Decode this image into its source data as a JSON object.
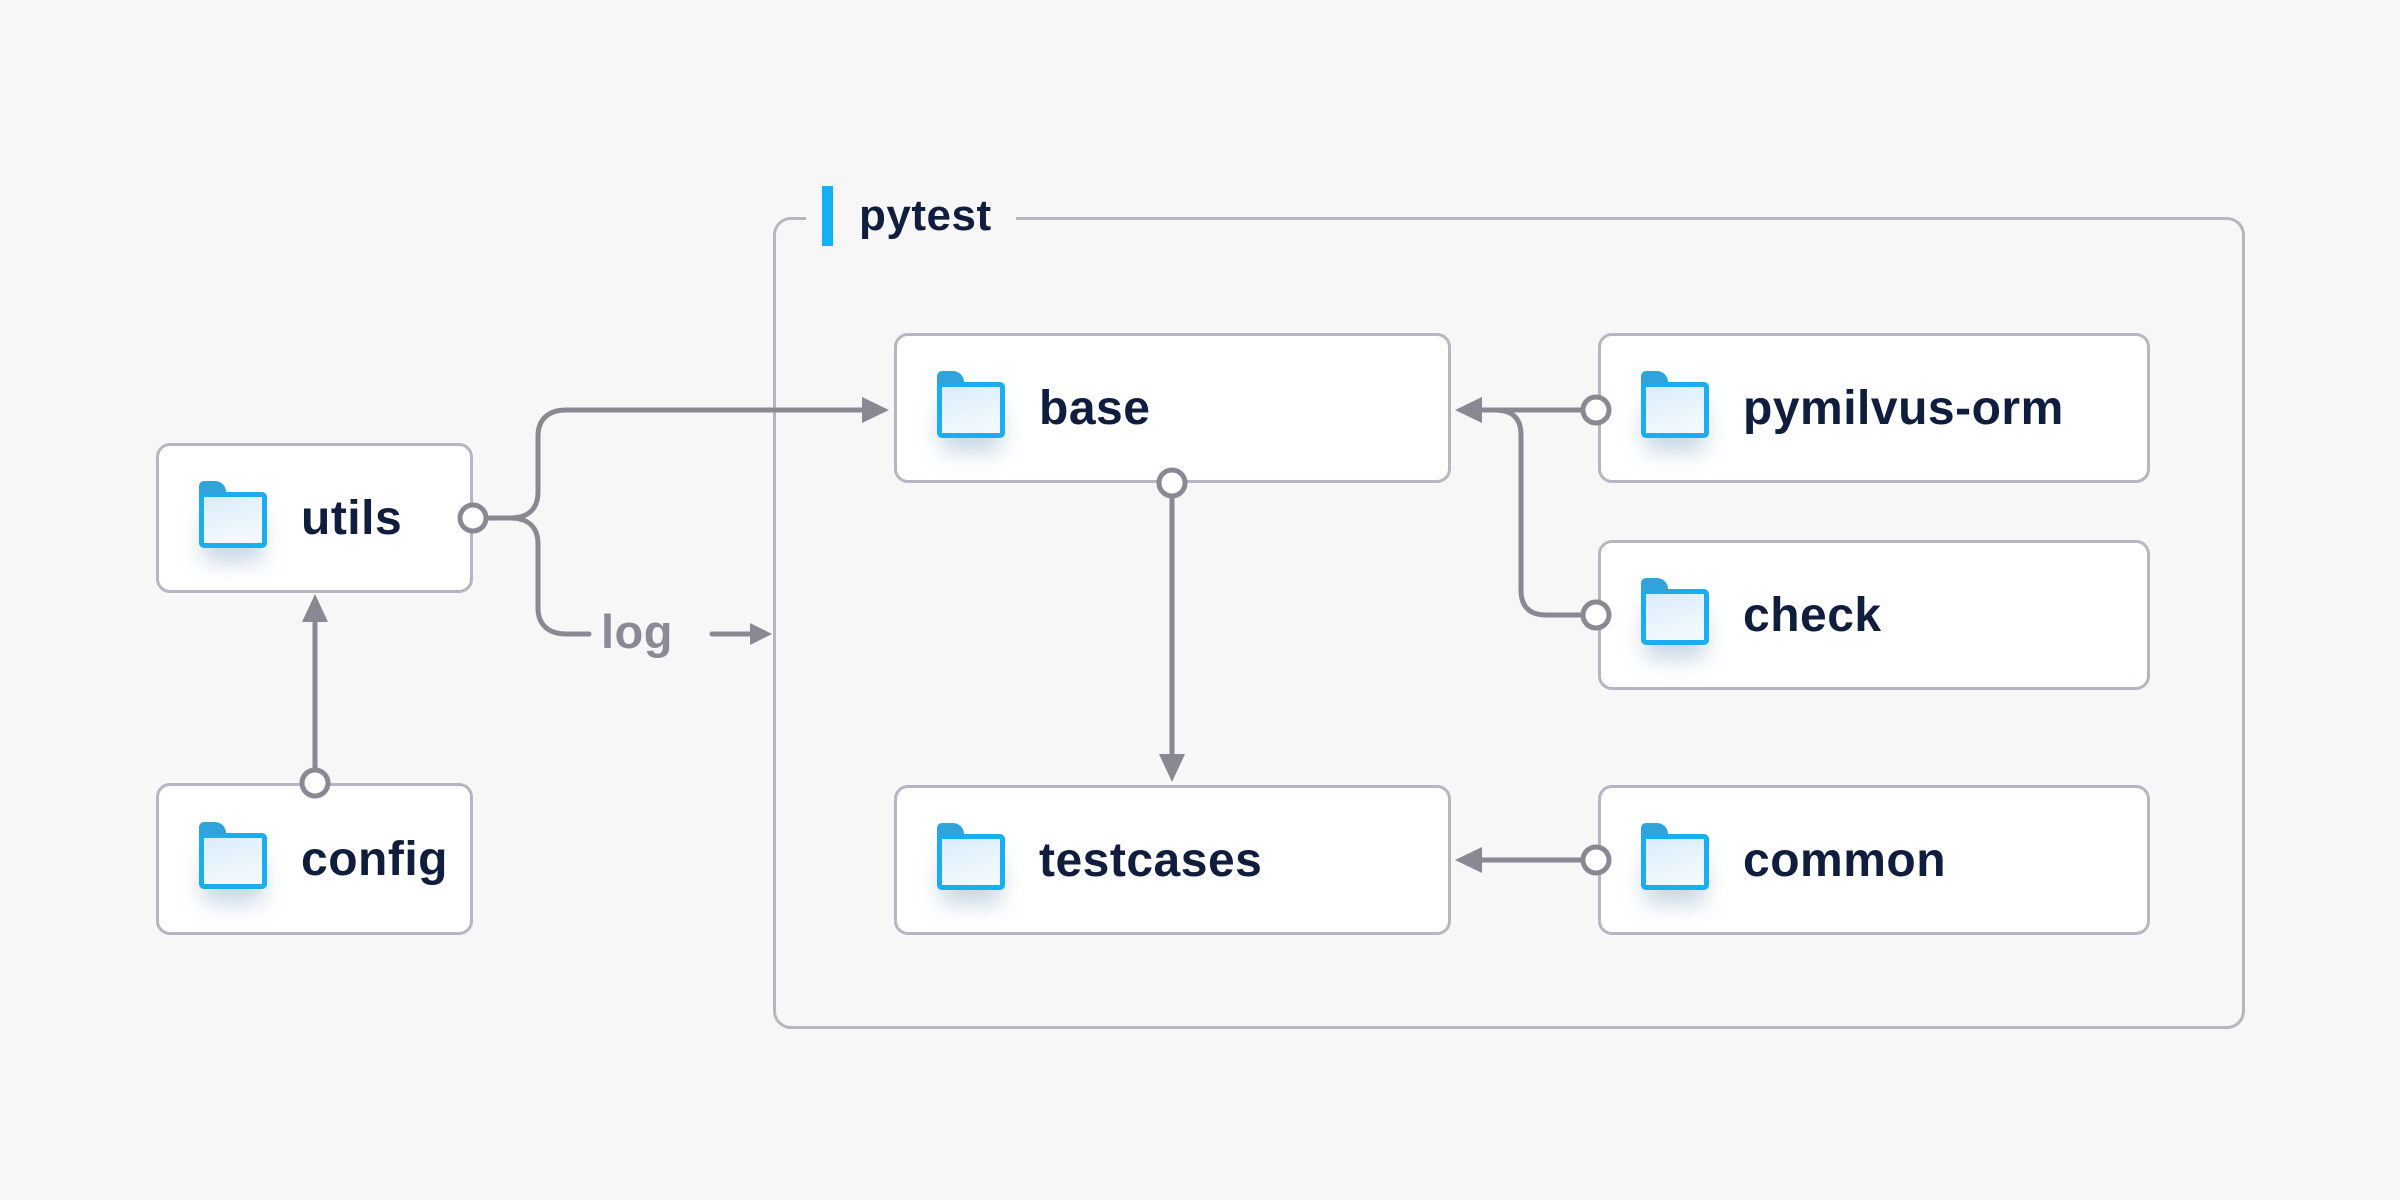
{
  "group": {
    "label": "pytest"
  },
  "folders": {
    "utils": {
      "label": "utils"
    },
    "config": {
      "label": "config"
    },
    "base": {
      "label": "base"
    },
    "testcases": {
      "label": "testcases"
    },
    "pymilvus_orm": {
      "label": "pymilvus-orm"
    },
    "check": {
      "label": "check"
    },
    "common": {
      "label": "common"
    }
  },
  "edges": {
    "log_label": "log",
    "list": [
      {
        "from": "config",
        "to": "utils",
        "type": "arrow"
      },
      {
        "from": "utils",
        "to": "base",
        "type": "arrow"
      },
      {
        "from": "utils",
        "to": "pytest-group",
        "type": "labeled-arrow",
        "label": "log"
      },
      {
        "from": "base",
        "to": "testcases",
        "type": "arrow"
      },
      {
        "from": "pymilvus-orm",
        "to": "base",
        "type": "arrow"
      },
      {
        "from": "check",
        "to": "base",
        "type": "merge-arrow"
      },
      {
        "from": "common",
        "to": "testcases",
        "type": "arrow"
      }
    ]
  },
  "colors": {
    "background": "#f7f7f8",
    "card_background": "#ffffff",
    "card_border": "#b6b6c2",
    "group_border": "#b6b6c2",
    "accent_blue": "#14b2f4",
    "folder_blue": "#1badf0",
    "folder_tab_blue": "#2fa3da",
    "line_gray": "#898994",
    "label_navy": "#101d3d",
    "log_label_gray": "#8a8a96"
  }
}
